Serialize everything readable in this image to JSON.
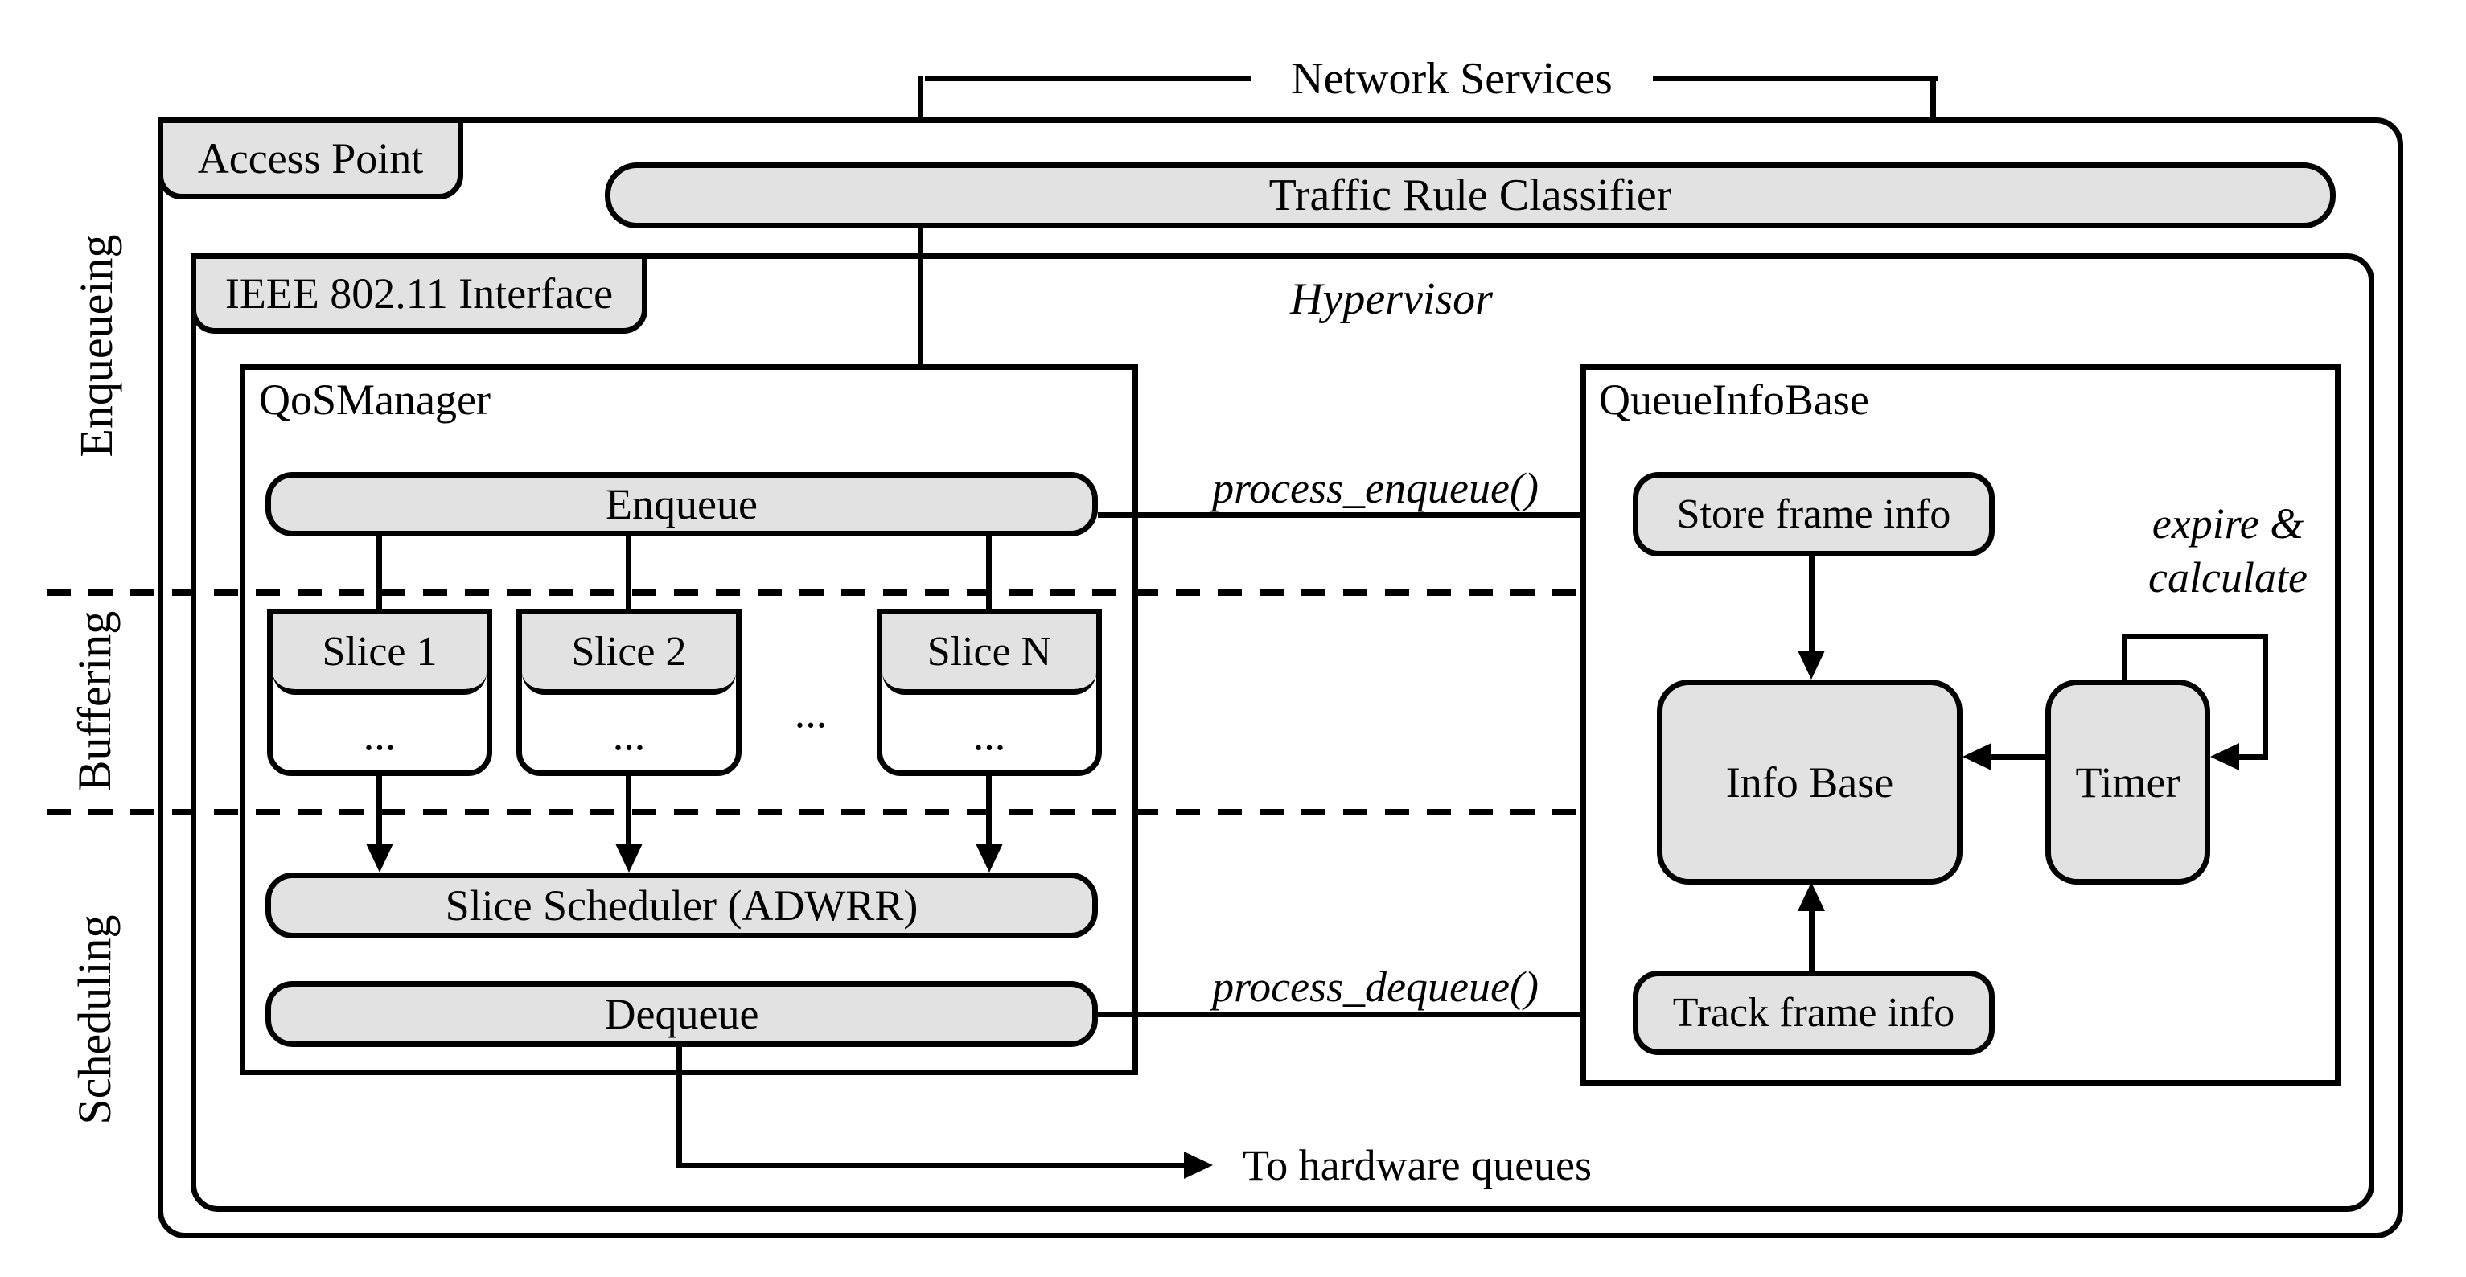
{
  "top": {
    "network_services": "Network Services"
  },
  "access_point": {
    "label": "Access Point"
  },
  "traffic_rule_classifier": {
    "label": "Traffic Rule Classifier"
  },
  "interface": {
    "label": "IEEE 802.11 Interface",
    "hypervisor": "Hypervisor"
  },
  "side_labels": {
    "enqueueing": "Enqueueing",
    "buffering": "Buffering",
    "scheduling": "Scheduling"
  },
  "qos": {
    "title": "QoSManager",
    "enqueue": "Enqueue",
    "slices": [
      {
        "label": "Slice 1",
        "body": "..."
      },
      {
        "label": "Slice 2",
        "body": "..."
      },
      {
        "label": "Slice N",
        "body": "..."
      }
    ],
    "slice_gap_dots": "...",
    "scheduler": "Slice Scheduler (ADWRR)",
    "dequeue": "Dequeue"
  },
  "qib": {
    "title": "QueueInfoBase",
    "store": "Store frame info",
    "info_base": "Info Base",
    "timer": "Timer",
    "track": "Track frame info",
    "expire_line1": "expire &",
    "expire_line2": "calculate"
  },
  "edges": {
    "process_enqueue": "process_enqueue()",
    "process_dequeue": "process_dequeue()",
    "to_hardware": "To hardware queues"
  },
  "colors": {
    "box_fill": "#e2e2e2",
    "line": "#000000"
  }
}
